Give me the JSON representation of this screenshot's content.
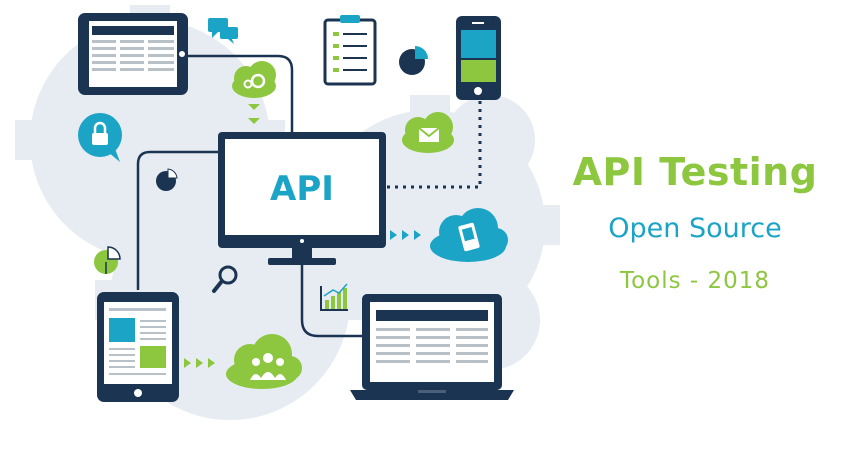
{
  "monitor": {
    "label": "API"
  },
  "heading": {
    "title": "API Testing",
    "subtitle": "Open Source",
    "tagline": "Tools - 2018"
  },
  "colors": {
    "navy": "#1b3452",
    "teal": "#1ba4c6",
    "green": "#8dc63f",
    "gear": "#e6ecf1",
    "line": "#1b3452"
  },
  "icons": [
    "tablet-top-icon",
    "chat-bubbles-icon",
    "clipboard-checklist-icon",
    "smartphone-icon",
    "pie-chart-icon",
    "cloud-gears-icon",
    "lock-bubble-icon",
    "mail-cloud-icon",
    "monitor-icon",
    "cloud-phone-icon",
    "magnifier-icon",
    "bar-chart-icon",
    "tablet-bottom-icon",
    "cloud-users-icon",
    "laptop-icon"
  ]
}
